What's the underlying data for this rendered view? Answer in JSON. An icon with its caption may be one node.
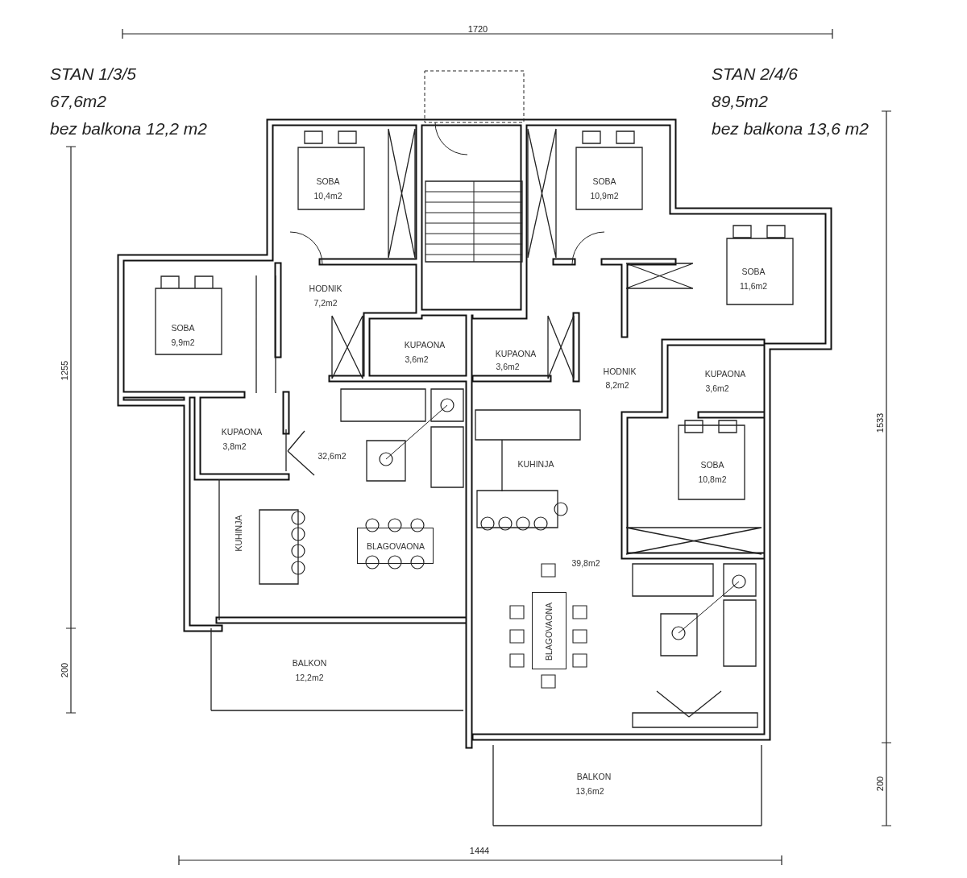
{
  "diagram": {
    "nodes": [
      {
        "text": [
          "SOBA",
          "10,4m2"
        ]
      },
      {
        "text": [
          "SOBA",
          "10,9m2"
        ]
      },
      {
        "text": [
          "SOBA",
          "11,6m2"
        ]
      },
      {
        "text": [
          "HODNIK",
          "7,2m2"
        ]
      },
      {
        "text": [
          "SOBA",
          "9,9m2"
        ]
      },
      {
        "text": [
          "KUPAONA",
          "3,6m2"
        ]
      },
      {
        "text": [
          "KUPAONA",
          "3,6m2"
        ]
      },
      {
        "text": [
          "HODNIK",
          "8,2m2"
        ]
      },
      {
        "text": [
          "KUPAONA",
          "3,6m2"
        ]
      },
      {
        "text": [
          "KUPAONA",
          "3,8m2"
        ]
      },
      {
        "text": [
          "32,6m2",
          "KUHINJA"
        ]
      },
      {
        "text": [
          "BLAGOVAONA"
        ],
        "in": 10
      },
      {
        "text": [
          "SOBA",
          "10,8m2"
        ]
      },
      {
        "text": [
          "KUHINJA",
          "39,8m2"
        ]
      },
      {
        "text": [
          "BLAGOVAONA"
        ],
        "in": 13
      },
      {
        "text": [
          "BALKON",
          "12,2m2"
        ]
      },
      {
        "text": [
          "BALKON",
          "13,6m2"
        ]
      }
    ],
    "labels": [
      "1720",
      "STAN 1/3/5",
      "STAN 2/4/6",
      "67,6m2",
      "89,5m2",
      "bez balkona 12,2 m2",
      "bez balkona 13,6 m2",
      "1255",
      "1533",
      "200",
      "200",
      "1444"
    ]
  }
}
